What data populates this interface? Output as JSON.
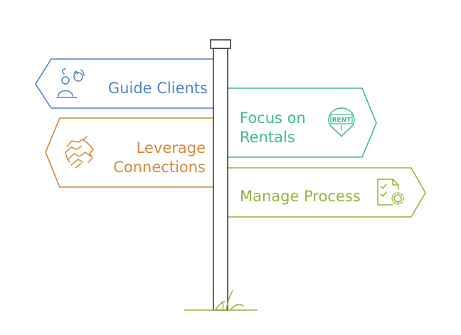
{
  "colors": {
    "blue": "#4f84c8",
    "orange": "#d4893a",
    "teal": "#3fbb8a",
    "green": "#93b53c",
    "post": "#3c3c3c"
  },
  "signs": [
    {
      "id": "guide-clients",
      "direction": "left",
      "lines": [
        "Guide Clients"
      ],
      "icon": "people-exchange-icon",
      "color": "#4f84c8"
    },
    {
      "id": "leverage-connections",
      "direction": "left",
      "lines": [
        "Leverage",
        "Connections"
      ],
      "icon": "handshake-icon",
      "color": "#d4893a"
    },
    {
      "id": "focus-on-rentals",
      "direction": "right",
      "lines": [
        "Focus on",
        "Rentals"
      ],
      "icon": "rent-pin-icon",
      "icon_text": "RENT",
      "color": "#3fbb8a"
    },
    {
      "id": "manage-process",
      "direction": "right",
      "lines": [
        "Manage Process"
      ],
      "icon": "checklist-gear-icon",
      "color": "#93b53c"
    }
  ]
}
